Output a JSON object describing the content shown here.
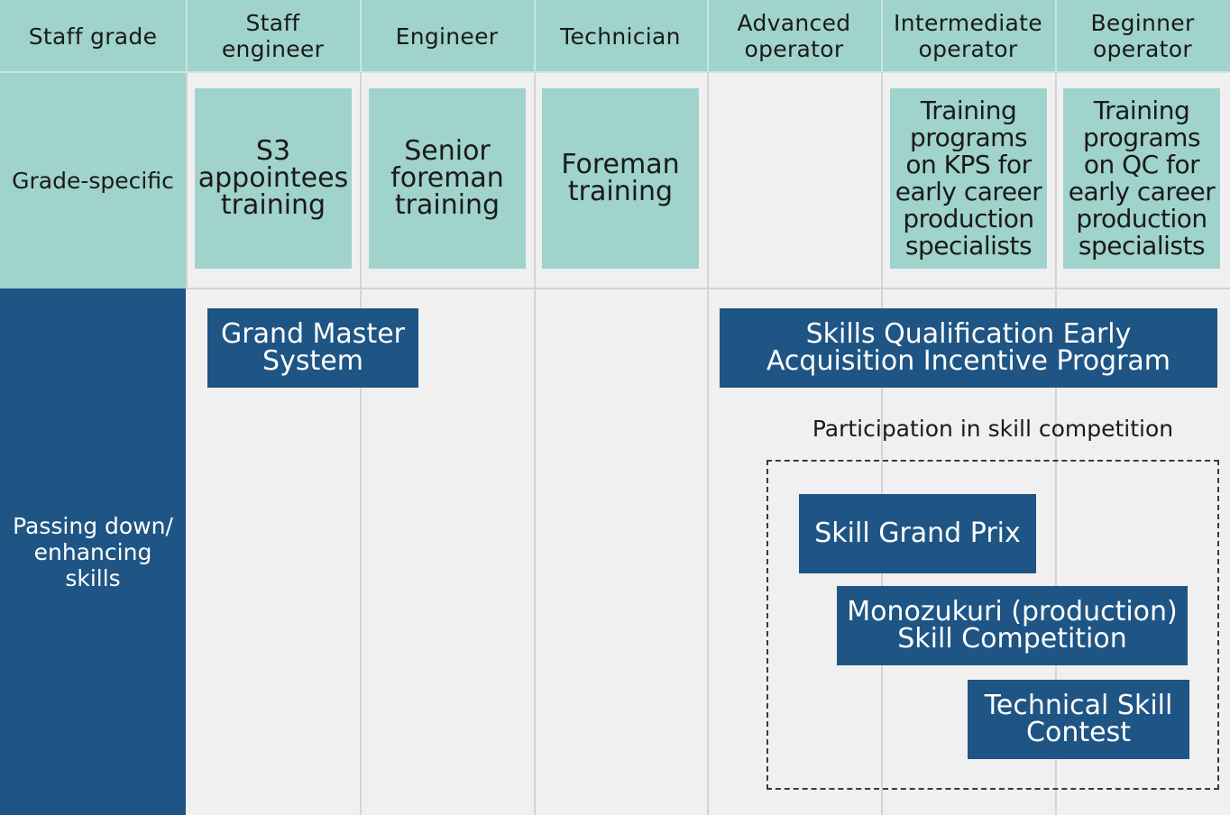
{
  "header": {
    "row_label": "Staff grade",
    "columns": [
      "Staff\nengineer",
      "Engineer",
      "Technician",
      "Advanced\noperator",
      "Intermediate\noperator",
      "Beginner\noperator"
    ]
  },
  "grade_specific": {
    "row_label": "Grade-specific",
    "programs": [
      "S3\nappointees\ntraining",
      "Senior\nforeman\ntraining",
      "Foreman\ntraining",
      "Training\nprograms\non KPS for\nearly career\nproduction\nspecialists",
      "Training\nprograms\non QC for\nearly career\nproduction\nspecialists"
    ]
  },
  "skills": {
    "row_label": "Passing down/\nenhancing\nskills",
    "grand_master": "Grand Master\nSystem",
    "early_acquisition": "Skills Qualification Early\nAcquisition Incentive Program",
    "competition_caption": "Participation in skill competition",
    "competitions": [
      "Skill Grand Prix",
      "Monozukuri (production)\nSkill Competition",
      "Technical Skill\nContest"
    ]
  },
  "colors": {
    "teal": "#9fd3cc",
    "navy": "#1f5585",
    "background": "#f0f0f0"
  }
}
